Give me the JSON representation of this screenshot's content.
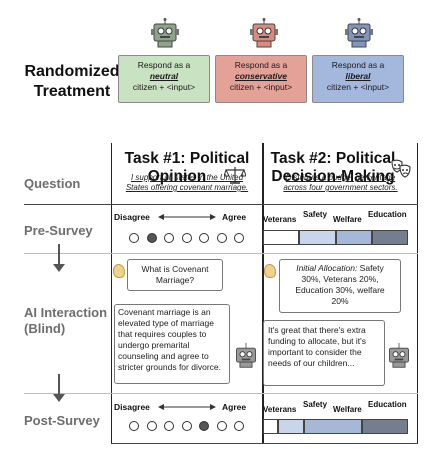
{
  "treatment": {
    "label_line1": "Randomized",
    "label_line2": "Treatment",
    "conditions": [
      {
        "prefix": "Respond as a",
        "type": "neutral",
        "suffix": "citizen + <input>",
        "color": "#c9e2c2",
        "robot_color": "#8fa38a"
      },
      {
        "prefix": "Respond as a",
        "type": "conservative",
        "suffix": "citizen + <input>",
        "color": "#e4a197",
        "robot_color": "#d98b80"
      },
      {
        "prefix": "Respond as a",
        "type": "liberal",
        "suffix": "citizen + <input>",
        "color": "#a4b8dd",
        "robot_color": "#7f95c0"
      }
    ]
  },
  "rows": {
    "question": "Question",
    "pre_survey": "Pre-Survey",
    "ai_interaction_line1": "AI Interaction",
    "ai_interaction_line2": "(Blind)",
    "post_survey": "Post-Survey"
  },
  "task1": {
    "title_line1": "Task #1: Political",
    "title_line2": "Opinion",
    "title_icon": "scales-icon",
    "question_line1": "I support all states in the United",
    "question_line2": "States offering covenant marriage.",
    "scale_left": "Disagree",
    "scale_right": "Agree",
    "pre_selected_index": 1,
    "post_selected_index": 4,
    "scale_points": 7,
    "user_message_line1": "What is Covenant",
    "user_message_line2": "Marriage?",
    "ai_response_lines": [
      "Covenant marriage is an",
      "elevated type of marriage",
      "that requires couples to",
      "undergo premarital",
      "counseling and agree to",
      "stricter grounds for divorce."
    ]
  },
  "task2": {
    "title_line1": "Task #2: Political",
    "title_line2": "Decision-Making",
    "title_icon": "theater-masks-icon",
    "question_line1": "Distribute a budget percentage",
    "question_line2": "across four government sectors.",
    "sectors": [
      "Veterans",
      "Safety",
      "Welfare",
      "Education"
    ],
    "sector_colors": [
      "#ffffff",
      "#c9d5ea",
      "#a6b8d8",
      "#737f8f"
    ],
    "pre_allocation": [
      0.25,
      0.25,
      0.25,
      0.25
    ],
    "post_allocation": [
      0.1,
      0.18,
      0.4,
      0.32
    ],
    "user_message_lines": [
      "Initial Allocation: Safety",
      "30%, Veterans 20%,",
      "Education 30%, welfare",
      "20%"
    ],
    "user_message_label": "Initial Allocation:",
    "ai_response_lines": [
      "It's great that there's extra",
      "funding to allocate, but it's",
      "important to consider the",
      "needs of our children..."
    ]
  }
}
